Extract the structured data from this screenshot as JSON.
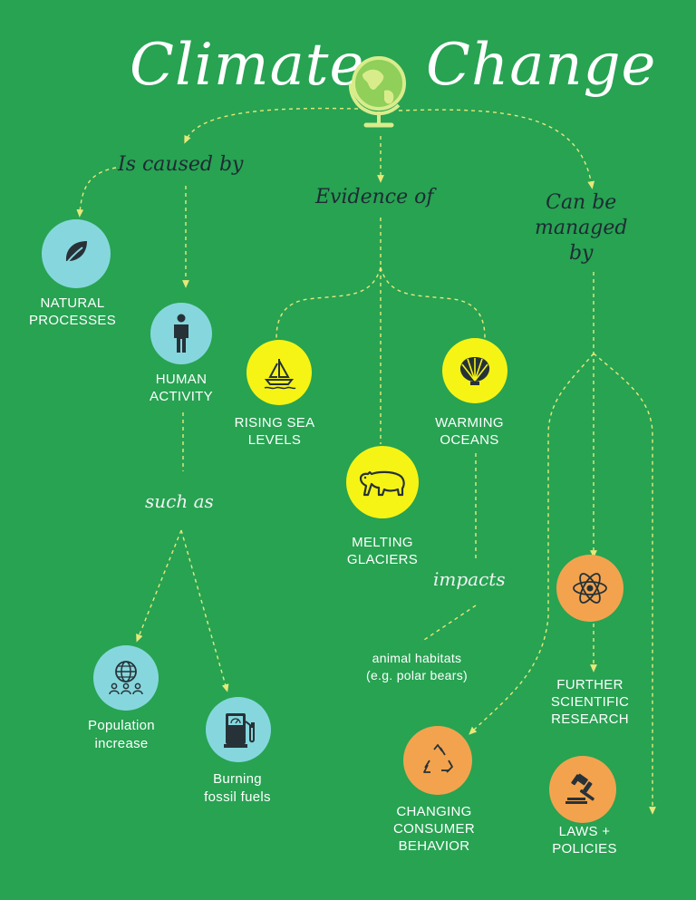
{
  "title": {
    "left": "Climate",
    "right": "Change"
  },
  "connectors": {
    "caused_by": "Is caused by",
    "evidence_of": "Evidence of",
    "managed_by": "Can be\nmanaged\nby",
    "such_as": "such as",
    "impacts": "impacts"
  },
  "nodes": {
    "natural": "NATURAL\nPROCESSES",
    "human": "HUMAN\nACTIVITY",
    "rising": "RISING SEA\nLEVELS",
    "warming": "WARMING\nOCEANS",
    "melting": "MELTING\nGLACIERS",
    "population": "Population\nincrease",
    "fossil": "Burning\nfossil fuels",
    "habitats": "animal habitats\n(e.g. polar bears)",
    "research": "FURTHER\nSCIENTIFIC\nRESEARCH",
    "consumer": "CHANGING\nCONSUMER\nBEHAVIOR",
    "laws": "LAWS +\nPOLICIES"
  },
  "icons": {
    "globe": "globe-stand-icon",
    "natural": "leaf-icon",
    "human": "person-icon",
    "rising": "sailboat-icon",
    "warming": "seashell-icon",
    "melting": "bear-icon",
    "population": "globe-people-icon",
    "fossil": "fuel-pump-icon",
    "research": "atom-icon",
    "consumer": "recycle-icon",
    "laws": "gavel-icon"
  },
  "colors": {
    "background": "#27a352",
    "teal": "#86d7dd",
    "yellow": "#f6f415",
    "orange": "#f3a34e",
    "connector": "#e8e87a",
    "icon": "#263238"
  }
}
